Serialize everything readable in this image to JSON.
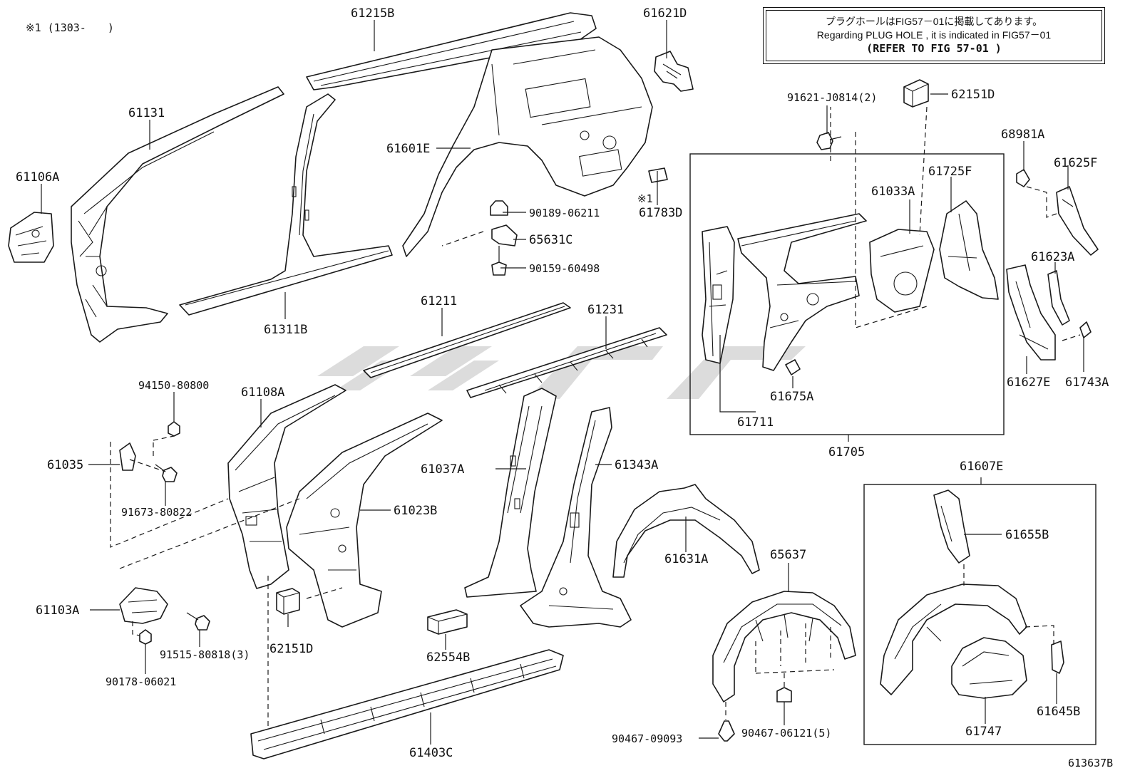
{
  "header": {
    "range_note": "※1 (1303-　　)",
    "figure_code": "613637B"
  },
  "notice": {
    "line1": "プラグホールはFIG57－01に掲載してあります。",
    "line2": "Regarding PLUG HOLE , it is indicated in FIG57－01",
    "line3": "(REFER TO FIG 57-01 )"
  },
  "watermark": "TOYOTA",
  "labels": {
    "l61215B": "61215B",
    "l61621D": "61621D",
    "l61131": "61131",
    "l61106A": "61106A",
    "l61601E": "61601E",
    "l61311B": "61311B",
    "l90189": "90189-06211",
    "l65631C": "65631C",
    "l90159": "90159-60498",
    "l61783D": "61783D",
    "l617831": "※1",
    "l91621": "91621-J0814(2)",
    "l62151D_top": "62151D",
    "l61033A": "61033A",
    "l61725F": "61725F",
    "l68981A": "68981A",
    "l61625F": "61625F",
    "l61623A": "61623A",
    "l61627E": "61627E",
    "l61743A": "61743A",
    "l61675A": "61675A",
    "l61711": "61711",
    "l61705": "61705",
    "l61211": "61211",
    "l61231": "61231",
    "l94150": "94150-80800",
    "l61108A": "61108A",
    "l61035": "61035",
    "l91673": "91673-80822",
    "l61037A": "61037A",
    "l61343A": "61343A",
    "l61023B": "61023B",
    "l61631A": "61631A",
    "l65637": "65637",
    "l61607E": "61607E",
    "l61655B": "61655B",
    "l61103A": "61103A",
    "l91515": "91515-80818(3)",
    "l62151D_bottom": "62151D",
    "l62554B": "62554B",
    "l90178": "90178-06021",
    "l61403C": "61403C",
    "l90467a": "90467-09093",
    "l90467b": "90467-06121(5)",
    "l61747": "61747",
    "l61645B": "61645B"
  }
}
